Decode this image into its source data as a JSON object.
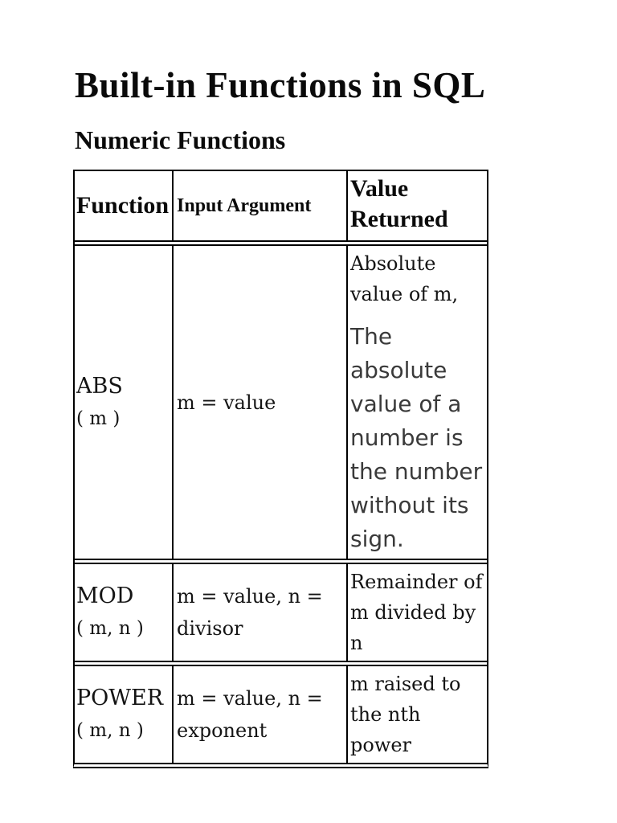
{
  "page": {
    "title": "Built-in Functions in SQL",
    "subtitle": "Numeric Functions"
  },
  "table": {
    "headers": [
      "Function",
      "Input Argument",
      "Value Returned"
    ],
    "rows": [
      {
        "name": "ABS",
        "args": "( m )",
        "input": "m = value",
        "returned": "Absolute value of m,",
        "returned_note": "The absolute value of a number is the number without its sign."
      },
      {
        "name": "MOD",
        "args": "( m, n )",
        "input": "m = value, n = divisor",
        "returned": "Remainder of m divided by n",
        "returned_note": ""
      },
      {
        "name": "POWER",
        "args": "( m, n )",
        "input": "m = value, n = exponent",
        "returned": "m raised to the nth power",
        "returned_note": ""
      }
    ]
  },
  "colors": {
    "text": "#141414",
    "note_text": "#3a3a3a",
    "border": "#000000",
    "background": "#ffffff"
  }
}
